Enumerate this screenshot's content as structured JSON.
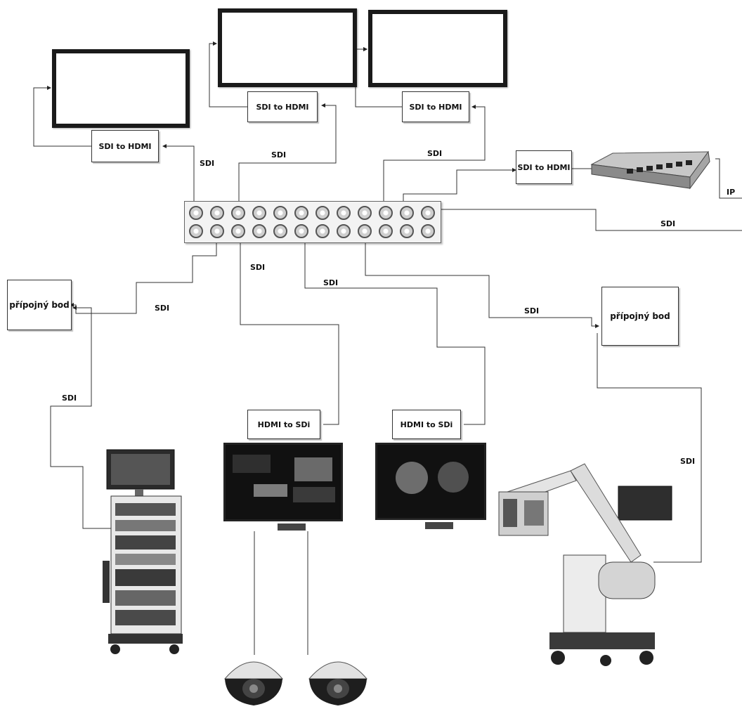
{
  "converters": {
    "sdi_to_hdmi": "SDI to HDMI",
    "hdmi_to_sdi": "HDMI to SDi"
  },
  "connection_point": "přípojný bod",
  "signals": {
    "sdi": "SDI",
    "ip": "IP"
  },
  "equipment": {
    "endoscopy_tower": "endoscopy-tower",
    "surgical_microscope": "surgical-microscope",
    "dome_camera": "dome-camera",
    "network_switch": "network-switch"
  }
}
